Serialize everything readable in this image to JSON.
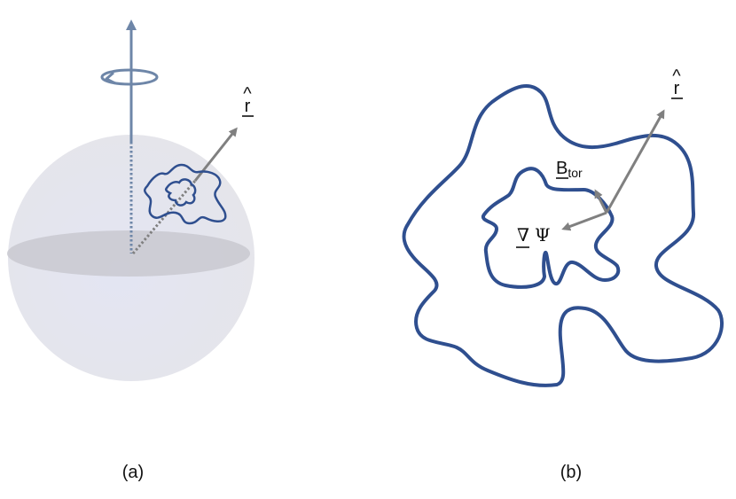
{
  "panels": [
    {
      "id": "a",
      "caption": "(a)"
    },
    {
      "id": "b",
      "caption": "(b)"
    }
  ],
  "labels": {
    "r_hat_a": "r",
    "r_hat_b": "r",
    "hat_mark": "^",
    "b_tor_main": "B",
    "b_tor_sub": "tor",
    "nabla": "∇",
    "psi": "Ψ"
  },
  "colors": {
    "sphere": "#e6e6ee",
    "equator": "#c9c9d0",
    "axis": "#6e86a8",
    "loop": "#2f4f8f",
    "arrow": "#808080",
    "text": "#111111"
  }
}
